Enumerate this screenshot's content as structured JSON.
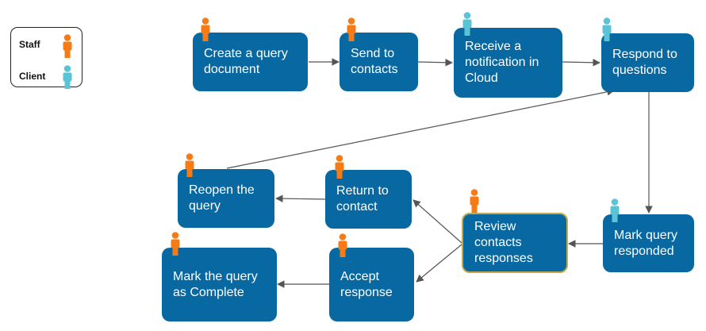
{
  "legend": {
    "staff_label": "Staff",
    "client_label": "Client",
    "staff_color": "#f47b16",
    "client_color": "#5bc3d6"
  },
  "steps": {
    "create": {
      "line1": "Create a query",
      "line2": "document",
      "role": "staff"
    },
    "send": {
      "line1": "Send to",
      "line2": "contacts",
      "role": "staff"
    },
    "receive": {
      "line1": "Receive a",
      "line2": "notification in",
      "line3": "Cloud",
      "role": "client"
    },
    "respond": {
      "line1": "Respond to",
      "line2": "questions",
      "role": "client"
    },
    "mark_responded": {
      "line1": "Mark query",
      "line2": "responded",
      "role": "client"
    },
    "review": {
      "line1": "Review",
      "line2": "contacts",
      "line3": "responses",
      "role": "staff"
    },
    "return": {
      "line1": "Return to",
      "line2": "contact",
      "role": "staff"
    },
    "reopen": {
      "line1": "Reopen the",
      "line2": "query",
      "role": "staff"
    },
    "accept": {
      "line1": "Accept",
      "line2": "response",
      "role": "staff"
    },
    "complete": {
      "line1": "Mark the query",
      "line2": "as Complete",
      "role": "staff"
    }
  },
  "colors": {
    "box_fill": "#0869a2",
    "arrow": "#555555",
    "highlight_border": "#c8a94a"
  }
}
